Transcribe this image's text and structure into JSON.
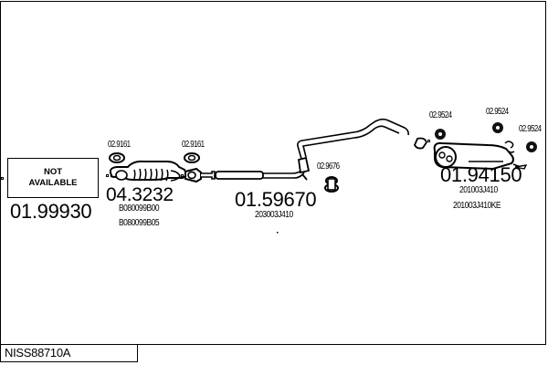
{
  "diagram": {
    "part_number": "NISS88710A",
    "not_available_label_line1": "NOT",
    "not_available_label_line2": "AVAILABLE",
    "parts": [
      {
        "id": "front-pipe",
        "number": "01.99930",
        "references": []
      },
      {
        "id": "catalytic-converter",
        "number": "04.3232",
        "references": [
          "B080099B00",
          "B080099B05"
        ],
        "gasket": "02.9161"
      },
      {
        "id": "center-pipe",
        "number": "01.59670",
        "references": [
          "203003J410"
        ],
        "gasket": "02.9161"
      },
      {
        "id": "middle-hanger",
        "number": "02.9676",
        "references": []
      },
      {
        "id": "rear-muffler",
        "number": "01.94150",
        "references": [
          "201003J410",
          "201003J410KE"
        ]
      },
      {
        "id": "rear-hanger-1",
        "number": "02.9524",
        "references": []
      },
      {
        "id": "rear-hanger-2",
        "number": "02.9524",
        "references": []
      },
      {
        "id": "rear-hanger-3",
        "number": "02.9524",
        "references": []
      }
    ]
  }
}
